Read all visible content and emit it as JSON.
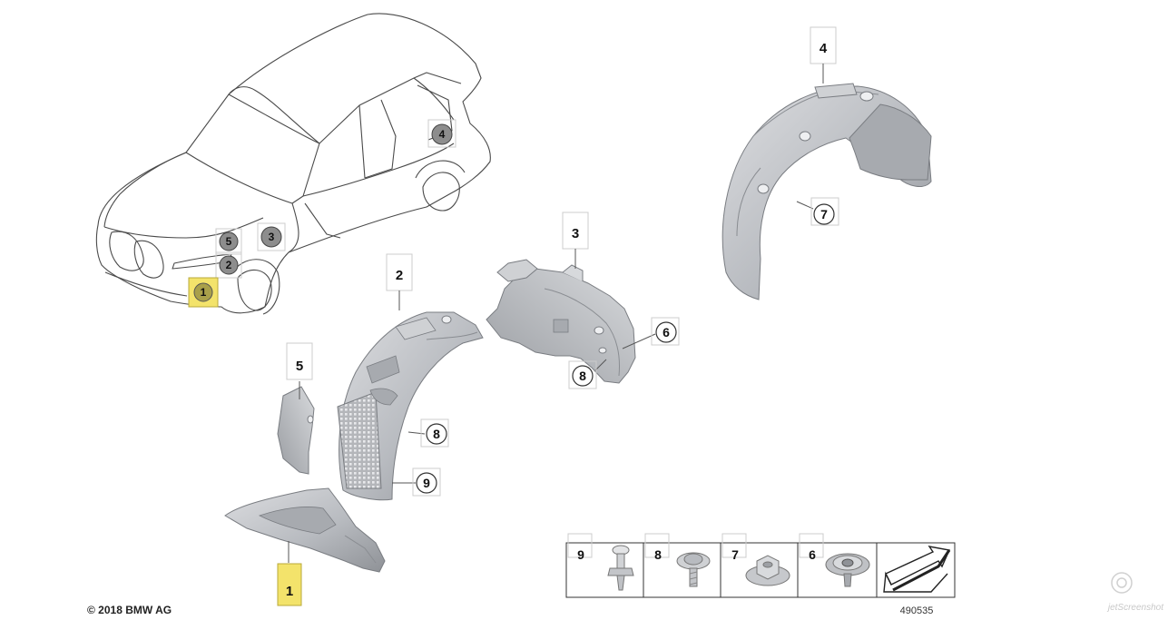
{
  "copyright": "© 2018 BMW AG",
  "diagram_number": "490535",
  "watermark": "jetScreenshot",
  "colors": {
    "highlight": "#f3e36b",
    "marker_grey": "#8d8d8d",
    "part_fill": "#c9cbcf",
    "part_shade": "#9da0a5",
    "line": "#555555"
  },
  "car_markers": [
    "5",
    "2",
    "3",
    "4"
  ],
  "selected_part": "1",
  "callouts": {
    "p1": "1",
    "p2": "2",
    "p3": "3",
    "p4": "4",
    "p5": "5",
    "c6": "6",
    "c7": "7",
    "c8a": "8",
    "c8b": "8",
    "c9": "9"
  },
  "fasteners": [
    {
      "number": "9",
      "icon": "expansion-rivet-icon"
    },
    {
      "number": "8",
      "icon": "washer-screw-icon"
    },
    {
      "number": "7",
      "icon": "hex-nut-icon"
    },
    {
      "number": "6",
      "icon": "spring-nut-icon"
    }
  ],
  "direction_icon": "forward-arrow-icon"
}
